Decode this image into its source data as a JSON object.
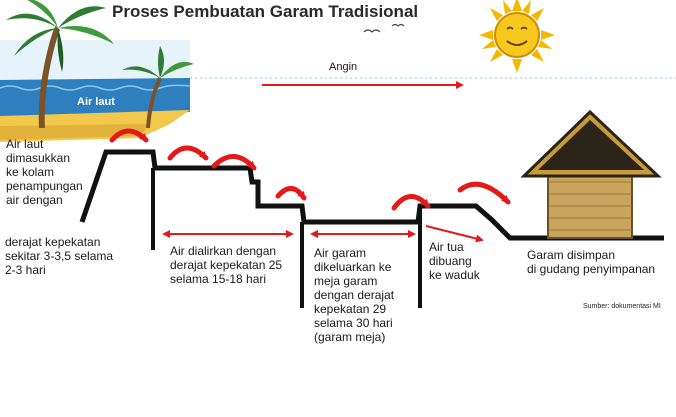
{
  "title": "Proses Pembuatan Garam Tradisional",
  "wind_label": "Angin",
  "sea_label": "Air laut",
  "steps": {
    "intake_1": "Air laut\ndimasukkan\nke kolam\npenampungan\nair dengan",
    "intake_2": "derajat kepekatan\nsekitar 3-3,5 selama\n2-3 hari",
    "flow": "Air dialirkan dengan\nderajat kepekatan 25\nselama 15-18 hari",
    "salt_table": "Air garam\ndikeluarkan ke\nmeja garam\ndengan derajat\nkepekatan 29\nselama 30 hari\n(garam meja)",
    "old_water": "Air tua\ndibuang\nke waduk",
    "storage": "Garam disimpan\ndi gudang penyimpanan"
  },
  "source": "Sumber: dokumentasi MI",
  "colors": {
    "arrow": "#e41a1a",
    "ground": "#111111",
    "sea": "#2d7fc0",
    "sand": "#f2c94c",
    "sky": "#cfe8f5",
    "sun": "#f5b800",
    "roof": "#2b2418",
    "roof_band": "#c79a3a",
    "wall": "#c9a45c",
    "palm": "#2e7d32"
  },
  "icons": [
    "palm-tree-icon",
    "sun-icon",
    "hut-icon",
    "bird-icon"
  ]
}
